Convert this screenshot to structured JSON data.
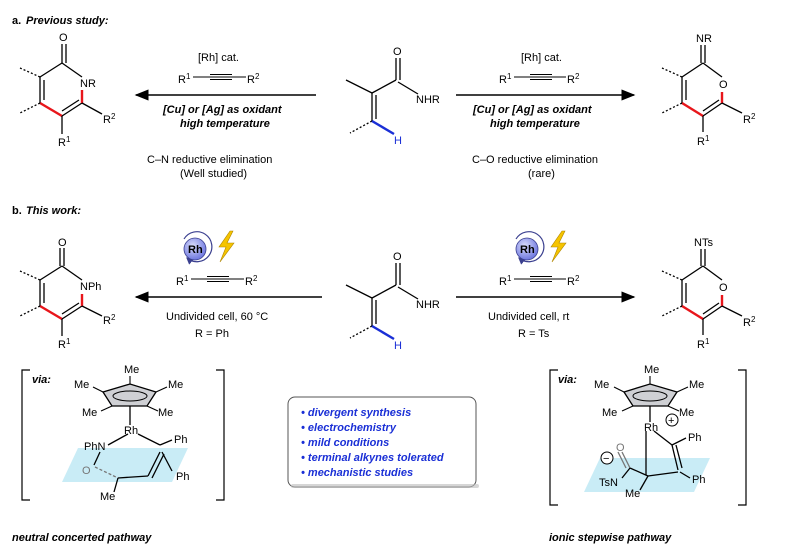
{
  "sections": {
    "a_letter": "a.",
    "a_title": "Previous study:",
    "b_letter": "b.",
    "b_title": "This work:"
  },
  "center": {
    "nhr": "NHR",
    "o": "O",
    "h": "H"
  },
  "top_left": {
    "catalyst": "[Rh] cat.",
    "r1": "R",
    "r2": "R",
    "oxidant": "[Cu] or [Ag] as oxidant",
    "temperature": "high temperature",
    "elimination": "C–N reductive elimination",
    "note": "(Well studied)",
    "product_o": "O",
    "product_n": "NR",
    "product_r2": "R",
    "product_r1": "R"
  },
  "top_right": {
    "catalyst": "[Rh] cat.",
    "r1": "R",
    "r2": "R",
    "oxidant": "[Cu] or [Ag] as oxidant",
    "temperature": "high temperature",
    "elimination": "C–O reductive elimination",
    "note": "(rare)",
    "product_nr": "NR",
    "product_o": "O",
    "product_r2": "R",
    "product_r1": "R"
  },
  "bottom_left": {
    "rh": "Rh",
    "r1": "R",
    "r2": "R",
    "conditions": "Undivided cell, 60 °C",
    "r_def": "R = Ph",
    "product_o": "O",
    "product_n": "NPh",
    "product_r2": "R",
    "product_r1": "R"
  },
  "bottom_right": {
    "rh": "Rh",
    "r1": "R",
    "r2": "R",
    "conditions": "Undivided cell, rt",
    "r_def": "R = Ts",
    "product_nts": "NTs",
    "product_o": "O",
    "product_r2": "R",
    "product_r1": "R"
  },
  "sup": {
    "one": "1",
    "two": "2"
  },
  "via_left": {
    "via": "via:",
    "me": "Me",
    "rh": "Rh",
    "phn": "PhN",
    "o": "O",
    "ph": "Ph",
    "pathway": "neutral concerted pathway"
  },
  "via_right": {
    "via": "via:",
    "me": "Me",
    "rh": "Rh",
    "plus": "+",
    "minus": "−",
    "tsn": "TsN",
    "o": "O",
    "ph": "Ph",
    "pathway": "ionic stepwise pathway"
  },
  "features": [
    "• divergent synthesis",
    "• electrochemistry",
    "• mild conditions",
    "• terminal alkynes tolerated",
    "• mechanistic studies"
  ],
  "colors": {
    "red_bond": "#e8161b",
    "blue_bond": "#1a2fd6",
    "feature_text": "#1a2fd6",
    "rh_circle": "#8d93e8",
    "lightning": "#f5c400",
    "plane": "#bfe9f5"
  }
}
